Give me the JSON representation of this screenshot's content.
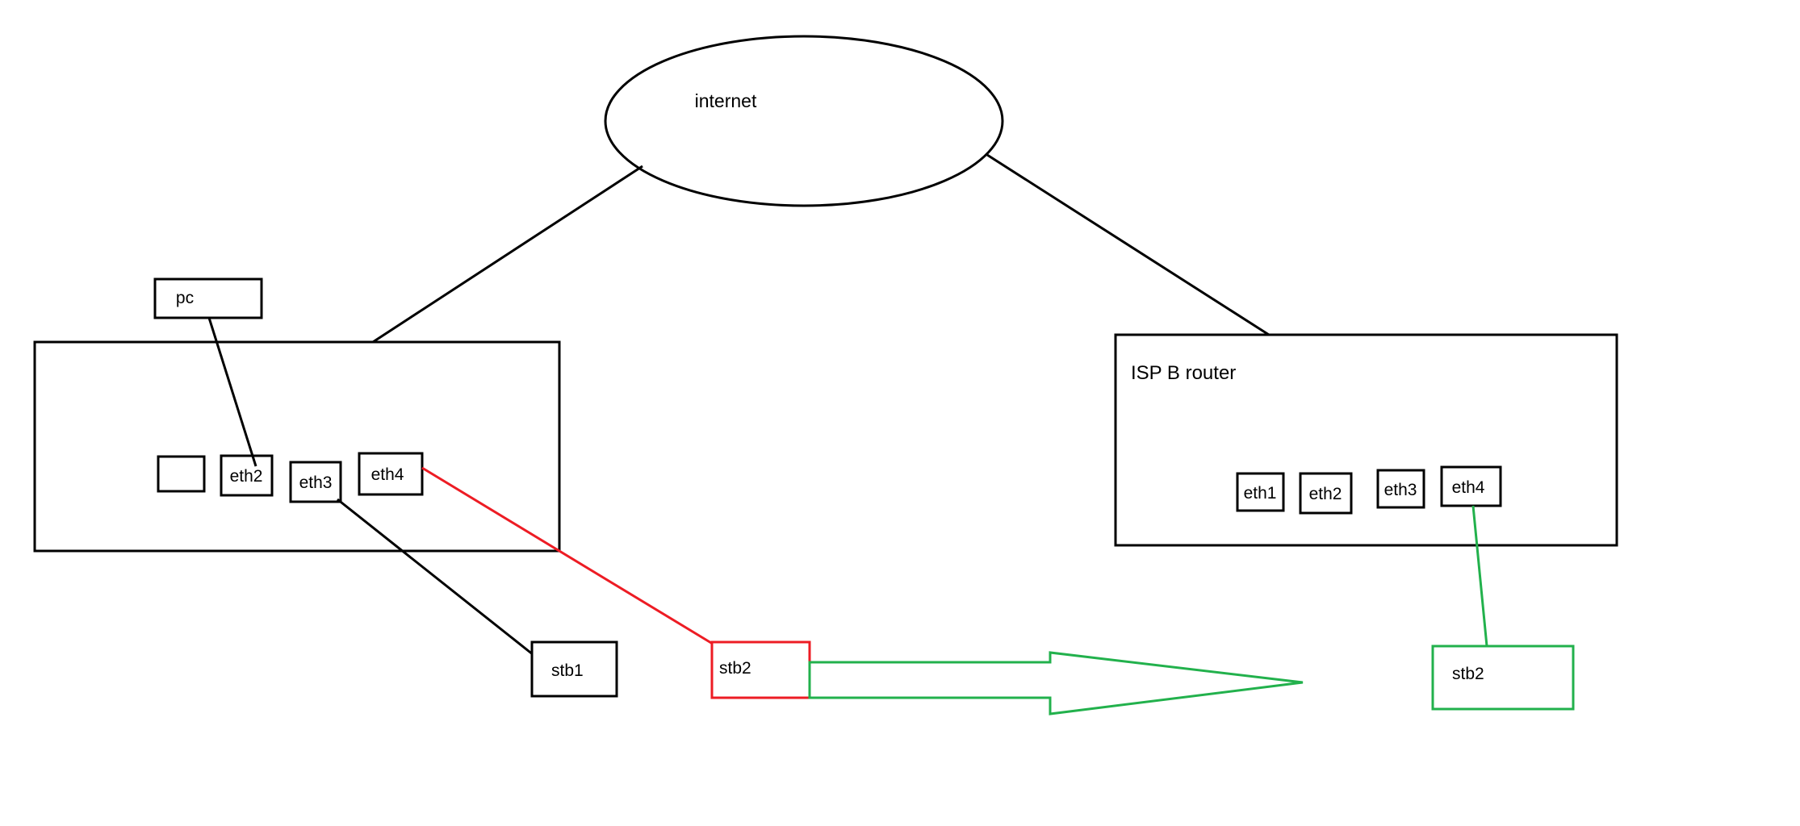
{
  "diagram": {
    "internet": {
      "label": "internet"
    },
    "pc": {
      "label": "pc"
    },
    "left_router": {
      "ports": [
        "",
        "eth2",
        "eth3",
        "eth4"
      ]
    },
    "isp_b_router": {
      "label": "ISP B router",
      "ports": [
        "eth1",
        "eth2",
        "eth3",
        "eth4"
      ]
    },
    "stb1": {
      "label": "stb1"
    },
    "stb2_source": {
      "label": "stb2"
    },
    "stb2_destination": {
      "label": "stb2"
    },
    "colors": {
      "stroke": "#000000",
      "highlight_red": "#ed1c24",
      "highlight_green": "#22b14c",
      "background": "#ffffff"
    }
  }
}
